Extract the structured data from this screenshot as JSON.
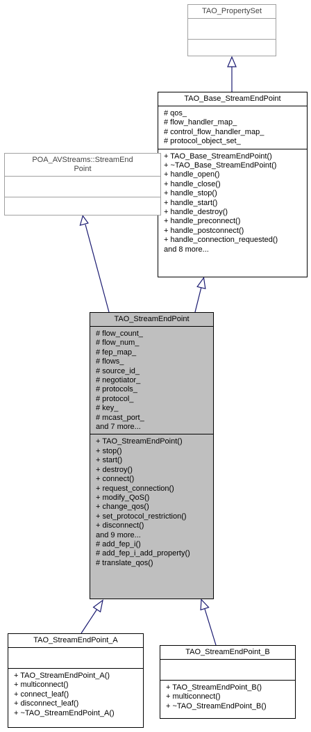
{
  "classes": {
    "property_set": {
      "name": "TAO_PropertySet",
      "attributes": [],
      "methods": []
    },
    "base_endpoint": {
      "name": "TAO_Base_StreamEndPoint",
      "attributes": [
        "# qos_",
        "# flow_handler_map_",
        "# control_flow_handler_map_",
        "# protocol_object_set_"
      ],
      "methods": [
        "+ TAO_Base_StreamEndPoint()",
        "+ ~TAO_Base_StreamEndPoint()",
        "+ handle_open()",
        "+ handle_close()",
        "+ handle_stop()",
        "+ handle_start()",
        "+ handle_destroy()",
        "+ handle_preconnect()",
        "+ handle_postconnect()",
        "+ handle_connection_requested()",
        "and 8 more..."
      ]
    },
    "poa_endpoint": {
      "name": "POA_AVStreams::StreamEnd\nPoint",
      "attributes": [],
      "methods": []
    },
    "stream_endpoint": {
      "name": "TAO_StreamEndPoint",
      "attributes": [
        "# flow_count_",
        "# flow_num_",
        "# fep_map_",
        "# flows_",
        "# source_id_",
        "# negotiator_",
        "# protocols_",
        "# protocol_",
        "# key_",
        "# mcast_port_",
        "and 7 more..."
      ],
      "methods": [
        "+ TAO_StreamEndPoint()",
        "+ stop()",
        "+ start()",
        "+ destroy()",
        "+ connect()",
        "+ request_connection()",
        "+ modify_QoS()",
        "+ change_qos()",
        "+ set_protocol_restriction()",
        "+ disconnect()",
        "and 9 more...",
        "# add_fep_i()",
        "# add_fep_i_add_property()",
        "# translate_qos()"
      ]
    },
    "endpoint_a": {
      "name": "TAO_StreamEndPoint_A",
      "attributes": [],
      "methods": [
        "+ TAO_StreamEndPoint_A()",
        "+ multiconnect()",
        "+ connect_leaf()",
        "+ disconnect_leaf()",
        "+ ~TAO_StreamEndPoint_A()"
      ]
    },
    "endpoint_b": {
      "name": "TAO_StreamEndPoint_B",
      "attributes": [],
      "methods": [
        "+ TAO_StreamEndPoint_B()",
        "+ multiconnect()",
        "+ ~TAO_StreamEndPoint_B()"
      ]
    }
  },
  "colors": {
    "focus_fill": "#bfbfbf",
    "edge": "#191970",
    "external_border": "#a0a0a0"
  }
}
